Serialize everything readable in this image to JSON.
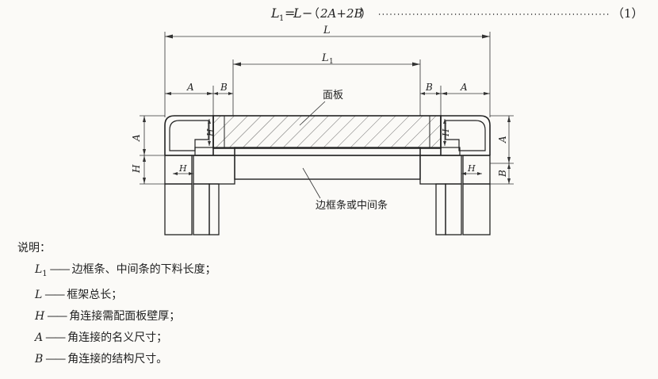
{
  "formula": {
    "lhs_main": "L",
    "lhs_sub": "1",
    "equals": "=",
    "rhs_var": "L",
    "minus": "−",
    "paren_open": "（",
    "expr": "2A+2B",
    "paren_close": "）",
    "number": "（1）"
  },
  "dims": {
    "L": "L",
    "L1_main": "L",
    "L1_sub": "1",
    "A": "A",
    "B": "B",
    "H": "H"
  },
  "labels": {
    "panel": "面板",
    "frame_bar": "边框条或中间条"
  },
  "legend": {
    "title": "说明：",
    "dash": "——",
    "items": [
      {
        "sym": "L",
        "sub": "1",
        "text": "边框条、中间条的下料长度；"
      },
      {
        "sym": "L",
        "sub": "",
        "text": "框架总长；"
      },
      {
        "sym": "H",
        "sub": "",
        "text": "角连接需配面板壁厚；"
      },
      {
        "sym": "A",
        "sub": "",
        "text": "角连接的名义尺寸；"
      },
      {
        "sym": "B",
        "sub": "",
        "text": "角连接的结构尺寸。"
      }
    ]
  }
}
